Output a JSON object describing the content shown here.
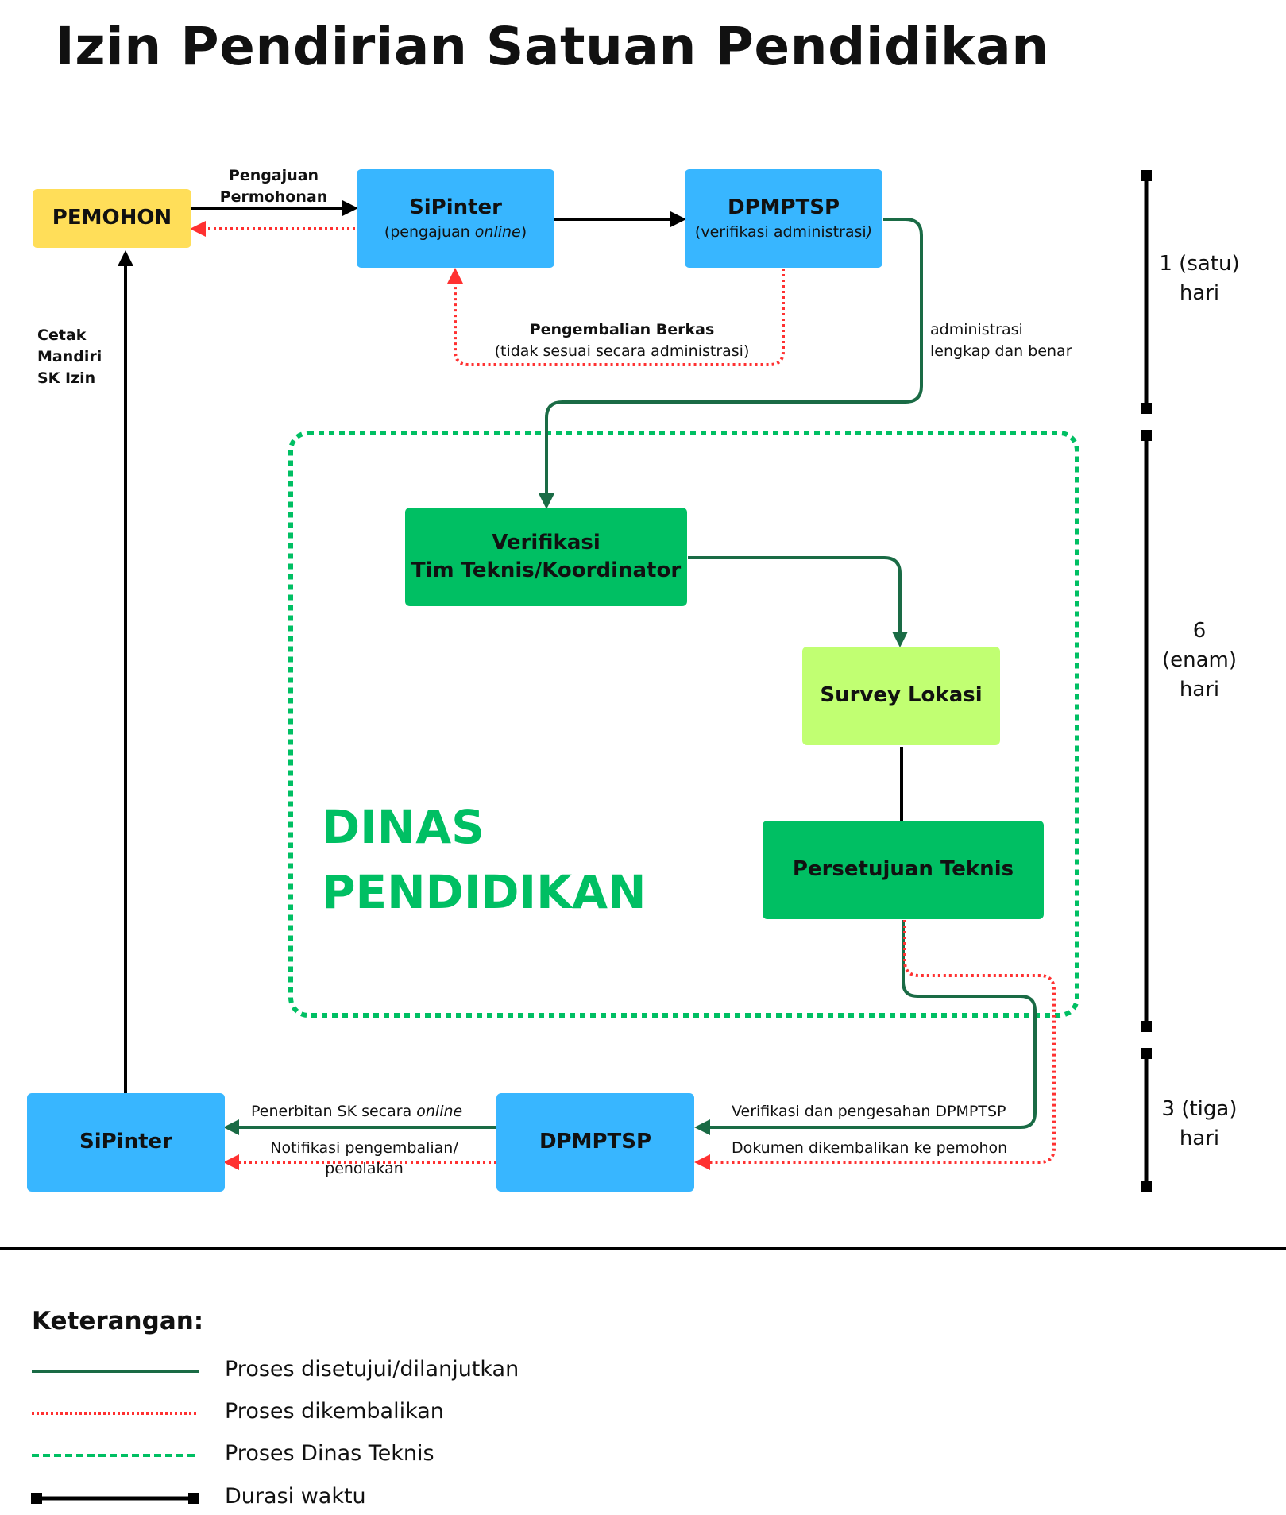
{
  "title": "Izin Pendirian Satuan Pendidikan",
  "nodes": {
    "pemohon": {
      "title": "PEMOHON"
    },
    "sipinter_top": {
      "title": "SiPinter",
      "sub_prefix": "(pengajuan ",
      "sub_italic": "online",
      "sub_suffix": ")"
    },
    "dpmptsp_top": {
      "title": "DPMPTSP",
      "sub_prefix": "(verifikasi administrasi",
      "sub_italic": ")",
      "sub_suffix": ""
    },
    "verifikasi": {
      "line1": "Verifikasi",
      "line2": "Tim Teknis/Koordinator"
    },
    "survey": {
      "title": "Survey Lokasi"
    },
    "persetujuan": {
      "title": "Persetujuan Teknis"
    },
    "sipinter_bottom": {
      "title": "SiPinter"
    },
    "dpmptsp_bottom": {
      "title": "DPMPTSP"
    }
  },
  "labels": {
    "pengajuan_line1": "Pengajuan",
    "pengajuan_line2": "Permohonan",
    "pengembalian_title": "Pengembalian Berkas",
    "pengembalian_sub": "(tidak sesuai secara administrasi)",
    "admin_line1": "administrasi",
    "admin_line2": "lengkap dan benar",
    "cetak_line1": "Cetak",
    "cetak_line2": "Mandiri",
    "cetak_line3": "SK Izin",
    "penerbitan_prefix": "Penerbitan SK secara ",
    "penerbitan_italic": "online",
    "notifikasi_line1": "Notifikasi pengembalian/",
    "notifikasi_line2": "penolakan",
    "verifikasi_pengesahan": "Verifikasi dan pengesahan DPMPTSP",
    "dokumen_dikembalikan": "Dokumen dikembalikan ke pemohon"
  },
  "group": {
    "line1": "DINAS",
    "line2": "PENDIDIKAN"
  },
  "durations": [
    {
      "lines": [
        "1 (satu)",
        "hari"
      ]
    },
    {
      "lines": [
        "6",
        "(enam)",
        "hari"
      ]
    },
    {
      "lines": [
        "3 (tiga)",
        "hari"
      ]
    }
  ],
  "legend": {
    "title": "Keterangan:",
    "items": [
      {
        "label": "Proses disetujui/dilanjutkan",
        "style": "solid-dark-green"
      },
      {
        "label": "Proses dikembalikan",
        "style": "dotted-red"
      },
      {
        "label": "Proses Dinas Teknis",
        "style": "dashed-green"
      },
      {
        "label": "Durasi waktu",
        "style": "black-bar-square-ends"
      }
    ]
  },
  "colors": {
    "blue": "#38b6ff",
    "yellow": "#ffde59",
    "green": "#00bf63",
    "lime": "#c1ff72",
    "dark_green": "#1a6b45",
    "red": "#ff3131"
  }
}
